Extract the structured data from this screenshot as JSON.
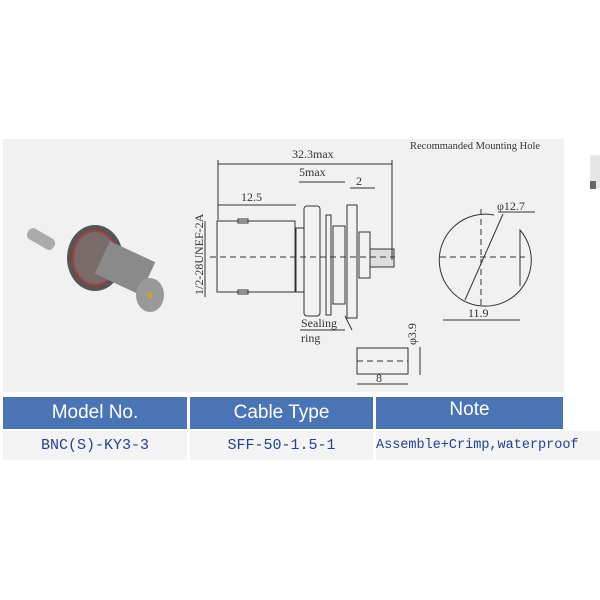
{
  "drawing": {
    "mounting_hole_title": "Recommanded Mounting Hole",
    "dimensions": {
      "overall": "32.3max",
      "panel_thickness": "5max",
      "flange": "2",
      "front_length": "12.5",
      "thread": "1/2-28UNEF-2A",
      "hole_diameter": "φ12.7",
      "hole_flat": "11.9",
      "ferrule_diameter": "φ3.9",
      "ferrule_length": "8"
    },
    "sealing_label_line1": "Sealing",
    "sealing_label_line2": "ring"
  },
  "table": {
    "headers": [
      "Model No.",
      "Cable Type",
      "Note"
    ],
    "row": [
      "BNC(S)-KY3-3",
      "SFF-50-1.5-1",
      "Assemble+Crimp,waterproof"
    ]
  },
  "colors": {
    "header": "#4a74b6",
    "cell_text": "#24409a",
    "panel": "#f1f1f1"
  }
}
